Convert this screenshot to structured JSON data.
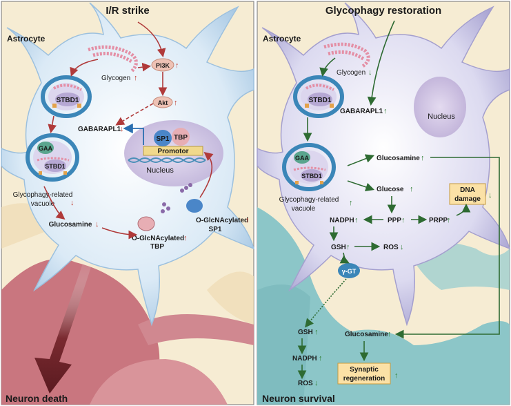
{
  "left": {
    "title": "I/R strike",
    "cell_label": "Astrocyte",
    "glycogen": "Glycogen",
    "pi3k": "PI3K",
    "akt": "Akt",
    "stbd1_top": "STBD1",
    "gabarapl1": "GABARAPL1",
    "sp1": "SP1",
    "tbp": "TBP",
    "promotor": "Promotor",
    "nucleus": "Nucleus",
    "gaa": "GAA",
    "stbd1_vacuole": "STBD1",
    "vacuole_line1": "Glycophagy-related",
    "vacuole_line2": "vacuole",
    "glucosamine": "Glucosamine",
    "oglc_sp1_line1": "O-GlcNAcylated",
    "oglc_sp1_line2": "SP1",
    "oglc_tbp_line1": "O-GlcNAcylated",
    "oglc_tbp_line2": "TBP",
    "outcome": "Neuron death",
    "arrow_up": "↑",
    "arrow_down": "↓"
  },
  "right": {
    "title": "Glycophagy restoration",
    "cell_label": "Astrocyte",
    "glycogen": "Glycogen",
    "stbd1_top": "STBD1",
    "gabarapl1": "GABARAPL1",
    "nucleus": "Nucleus",
    "gaa": "GAA",
    "stbd1_vacuole": "STBD1",
    "vacuole_line1": "Glycophagy-related",
    "vacuole_line2": "vacuole",
    "glucosamine": "Glucosamine",
    "glucose": "Glucose",
    "dna_line1": "DNA",
    "dna_line2": "damage",
    "nadph": "NADPH",
    "ppp": "PPP",
    "prpp": "PRPP",
    "gsh": "GSH",
    "ros": "ROS",
    "ggt": "γ-GT",
    "n_gsh": "GSH",
    "n_glucosamine": "Glucosamine",
    "n_nadph": "NADPH",
    "synaptic_line1": "Synaptic",
    "synaptic_line2": "regeneration",
    "n_ros": "ROS",
    "outcome": "Neuron survival",
    "arrow_up": "↑",
    "arrow_down": "↓"
  },
  "colors": {
    "cell_left": "#cfe3f2",
    "cell_right": "#cdcbe6",
    "neuron_left": "#c9767f",
    "neuron_right": "#8cc6c8",
    "background": "#f6ecd3",
    "red_arrow": "#b03a3a",
    "green_arrow": "#2e6b32"
  }
}
